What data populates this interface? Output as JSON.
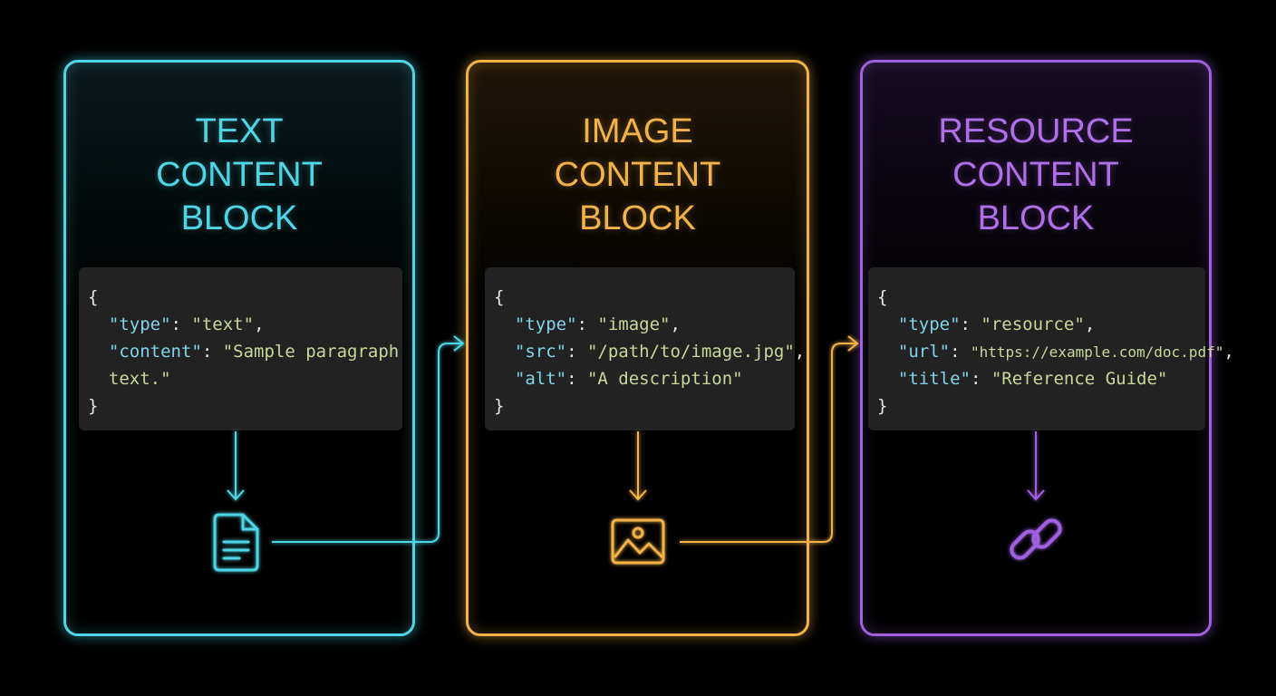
{
  "panels": {
    "text": {
      "title": [
        "TEXT",
        "CONTENT",
        "BLOCK"
      ],
      "code": {
        "open": "{",
        "close": "}",
        "type_key": "\"type\"",
        "type_value": "\"text\"",
        "content_key": "\"content\"",
        "content_value_1": "\"Sample paragraph",
        "content_value_2": "text.\""
      },
      "icon": "document-icon",
      "color": "#4fd6e6"
    },
    "image": {
      "title": [
        "IMAGE",
        "CONTENT",
        "BLOCK"
      ],
      "code": {
        "open": "{",
        "close": "}",
        "type_key": "\"type\"",
        "type_value": "\"image\"",
        "src_key": "\"src\"",
        "src_value": "\"/path/to/image.jpg\"",
        "alt_key": "\"alt\"",
        "alt_value": "\"A description\""
      },
      "icon": "image-icon",
      "color": "#f2b24a"
    },
    "resource": {
      "title": [
        "RESOURCE",
        "CONTENT",
        "BLOCK"
      ],
      "code": {
        "open": "{",
        "close": "}",
        "type_key": "\"type\"",
        "type_value": "\"resource\"",
        "url_key": "\"url\"",
        "url_value": "\"https://example.com/doc.pdf\"",
        "title_key": "\"title\"",
        "title_value": "\"Reference Guide\""
      },
      "icon": "link-icon",
      "color": "#a060e0"
    }
  },
  "punctuation": {
    "colon": ": ",
    "comma": ","
  }
}
